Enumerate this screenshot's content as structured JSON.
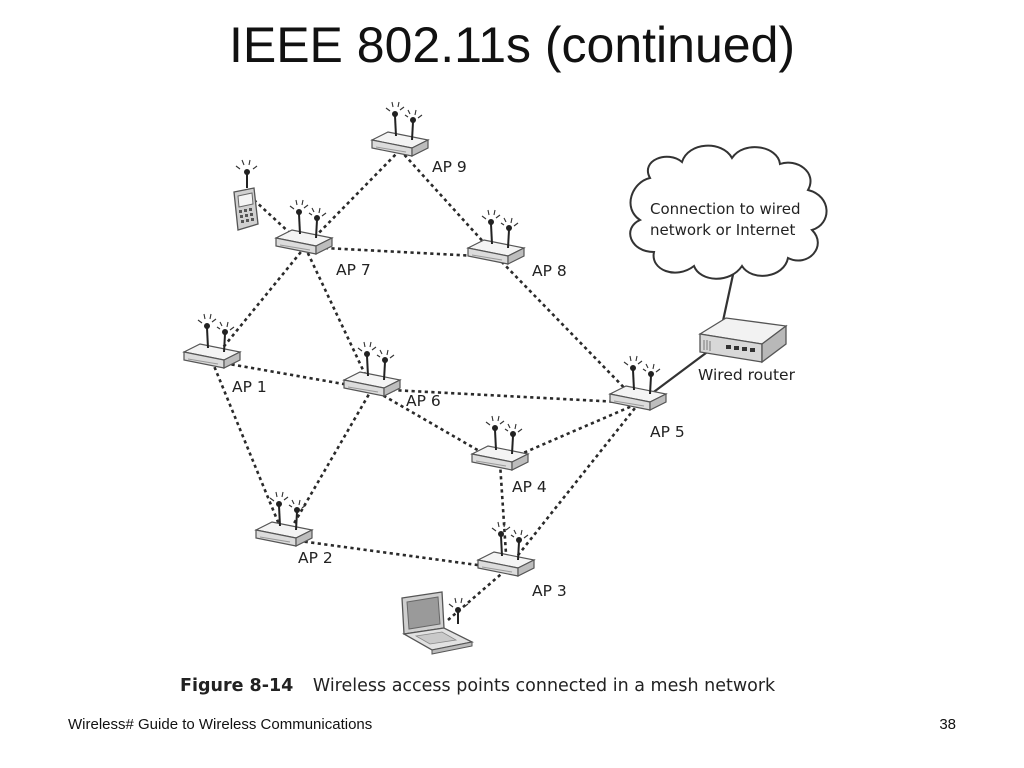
{
  "slide": {
    "title": "IEEE 802.11s (continued)",
    "footer_left": "Wireless# Guide to Wireless Communications",
    "page_number": "38"
  },
  "figure": {
    "number": "Figure 8-14",
    "caption": "Wireless access points connected in a mesh network"
  },
  "nodes": {
    "ap1": "AP 1",
    "ap2": "AP 2",
    "ap3": "AP 3",
    "ap4": "AP 4",
    "ap5": "AP 5",
    "ap6": "AP 6",
    "ap7": "AP 7",
    "ap8": "AP 8",
    "ap9": "AP 9",
    "router": "Wired router"
  },
  "cloud": {
    "line1": "Connection to wired",
    "line2": "network or Internet"
  },
  "links": [
    [
      "ap9",
      "ap7"
    ],
    [
      "ap9",
      "ap8"
    ],
    [
      "ap7",
      "ap8"
    ],
    [
      "ap7",
      "ap1"
    ],
    [
      "ap7",
      "ap6"
    ],
    [
      "ap8",
      "ap5"
    ],
    [
      "ap1",
      "ap6"
    ],
    [
      "ap1",
      "ap2"
    ],
    [
      "ap6",
      "ap2"
    ],
    [
      "ap6",
      "ap5"
    ],
    [
      "ap6",
      "ap4"
    ],
    [
      "ap4",
      "ap5"
    ],
    [
      "ap4",
      "ap3"
    ],
    [
      "ap5",
      "ap3"
    ],
    [
      "ap2",
      "ap3"
    ],
    [
      "pda",
      "ap7"
    ],
    [
      "laptop",
      "ap3"
    ]
  ],
  "wired_links": [
    [
      "router",
      "ap5"
    ],
    [
      "router",
      "cloud"
    ]
  ]
}
